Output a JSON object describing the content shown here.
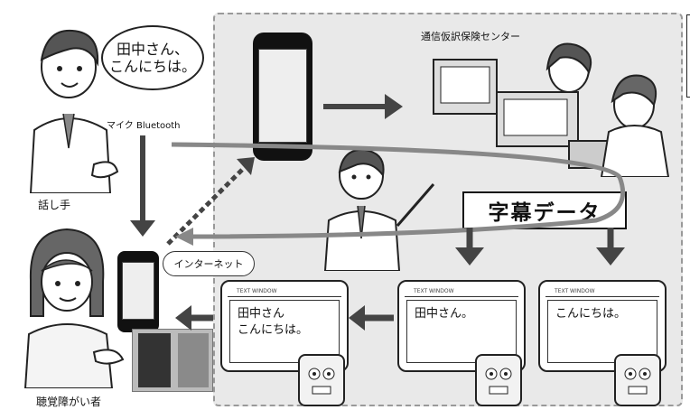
{
  "speech_bubble": {
    "line1": "田中さん、",
    "line2": "こんにちは。"
  },
  "labels": {
    "mic": "マイク Bluetooth",
    "speaker": "話し手",
    "receiver": "聴覚障がい者",
    "internet": "インターネット",
    "center": "通信仮訳保険センター",
    "caption_data": "字幕データ"
  },
  "monitors": [
    {
      "title": "TEXT WINDOW",
      "text1": "田中さん",
      "text2": "こんにちは。"
    },
    {
      "title": "TEXT WINDOW",
      "text1": "田中さん。",
      "text2": ""
    },
    {
      "title": "TEXT WINDOW",
      "text1": "こんにちは。",
      "text2": ""
    }
  ]
}
